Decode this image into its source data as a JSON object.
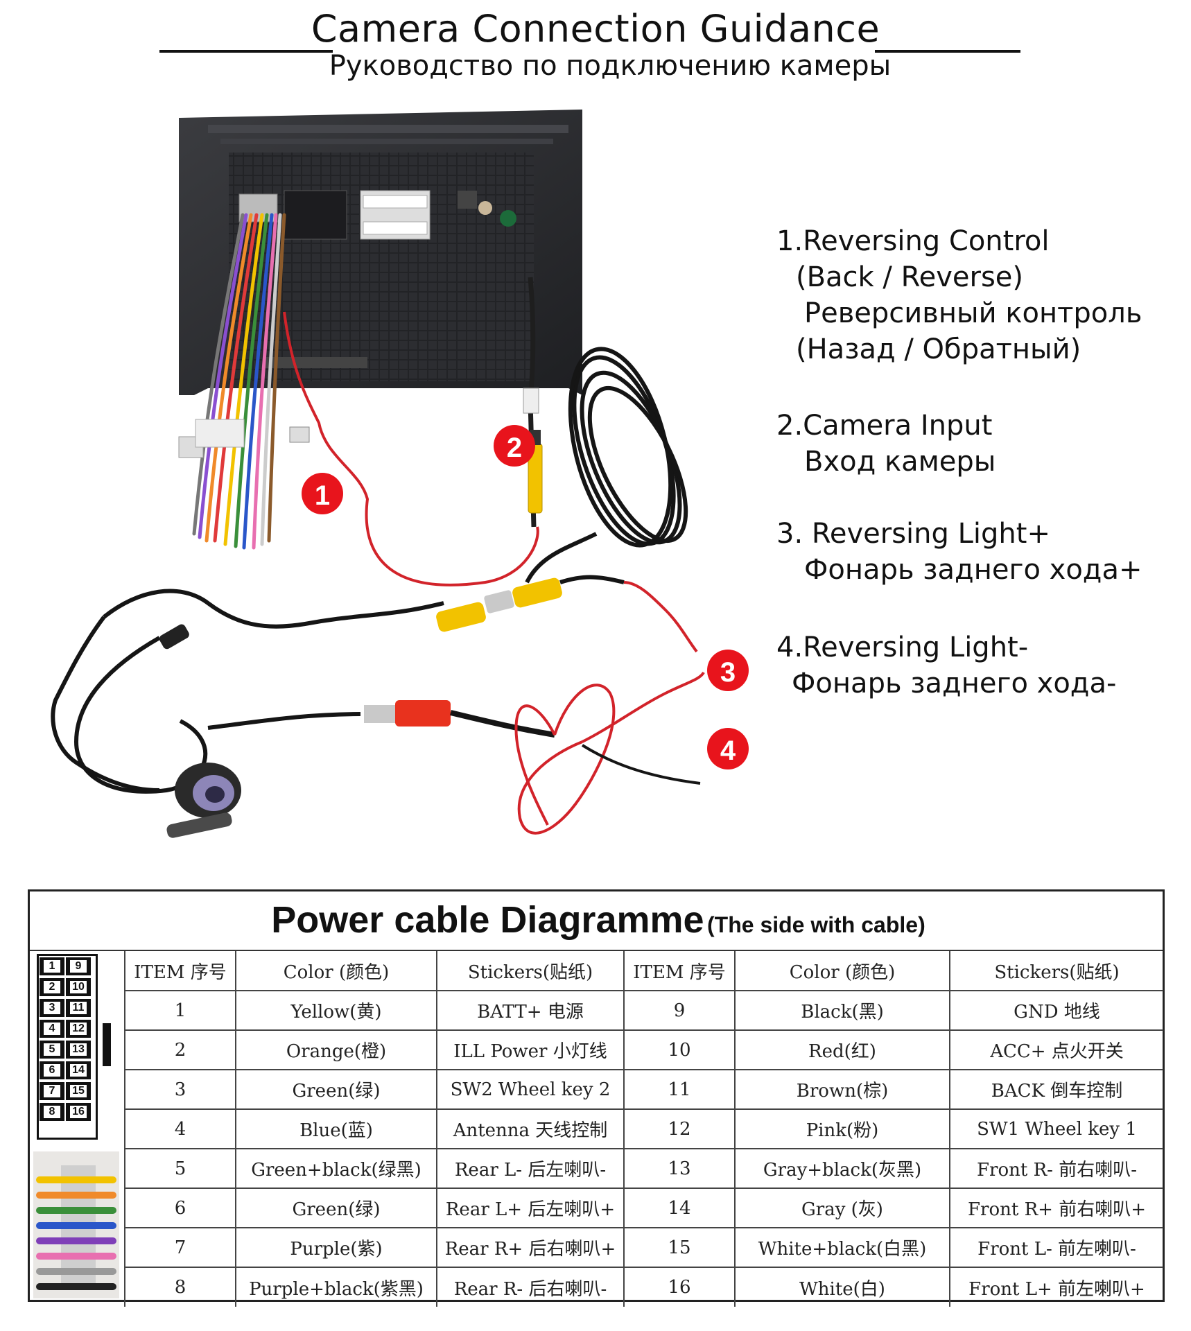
{
  "header": {
    "title": "Camera Connection Guidance",
    "subtitle": "Руководство по подключению камеры"
  },
  "markers": [
    "1",
    "2",
    "3",
    "4"
  ],
  "legend": {
    "item1": {
      "line1": "1.Reversing  Control",
      "line2": "(Back / Reverse)",
      "line3": "Реверсивный контроль",
      "line4": "(Назад / Обратный)"
    },
    "item2": {
      "line1": "2.Camera Input",
      "line2": "Вход камеры"
    },
    "item3": {
      "line1": "3. Reversing Light+",
      "line2": "Фонарь заднего хода+"
    },
    "item4": {
      "line1": "4.Reversing Light-",
      "line2": "Фонарь заднего хода-"
    }
  },
  "power_table": {
    "title": "Power cable Diagramme",
    "title_note": "(The side with cable)",
    "headers": [
      "ITEM 序号",
      "Color (颜色)",
      "Stickers(贴纸)",
      "ITEM 序号",
      "Color (颜色)",
      "Stickers(贴纸)"
    ],
    "rows": [
      [
        "1",
        "Yellow(黄)",
        "BATT+ 电源",
        "9",
        "Black(黑)",
        "GND 地线"
      ],
      [
        "2",
        "Orange(橙)",
        "ILL Power 小灯线",
        "10",
        "Red(红)",
        "ACC+ 点火开关"
      ],
      [
        "3",
        "Green(绿)",
        "SW2 Wheel key 2",
        "11",
        "Brown(棕)",
        "BACK 倒车控制"
      ],
      [
        "4",
        "Blue(蓝)",
        "Antenna 天线控制",
        "12",
        "Pink(粉)",
        "SW1 Wheel key 1"
      ],
      [
        "5",
        "Green+black(绿黑)",
        "Rear L- 后左喇叭-",
        "13",
        "Gray+black(灰黑)",
        "Front R- 前右喇叭-"
      ],
      [
        "6",
        "Green(绿)",
        "Rear L+ 后左喇叭+",
        "14",
        "Gray (灰)",
        "Front R+ 前右喇叭+"
      ],
      [
        "7",
        "Purple(紫)",
        "Rear R+ 后右喇叭+",
        "15",
        "White+black(白黑)",
        "Front L- 前左喇叭-"
      ],
      [
        "8",
        "Purple+black(紫黑)",
        "Rear R- 后右喇叭-",
        "16",
        "White(白)",
        "Front L+ 前左喇叭+"
      ]
    ],
    "connector_pins": [
      [
        "1",
        "9"
      ],
      [
        "2",
        "10"
      ],
      [
        "3",
        "11"
      ],
      [
        "4",
        "12"
      ],
      [
        "5",
        "13"
      ],
      [
        "6",
        "14"
      ],
      [
        "7",
        "15"
      ],
      [
        "8",
        "16"
      ]
    ]
  },
  "colors": {
    "marker_red": "#e8141c",
    "wire_red": "#d2232a",
    "rca_yellow": "#f2c200",
    "rca_red": "#e8321e",
    "head_unit": "#2a2b2e"
  }
}
